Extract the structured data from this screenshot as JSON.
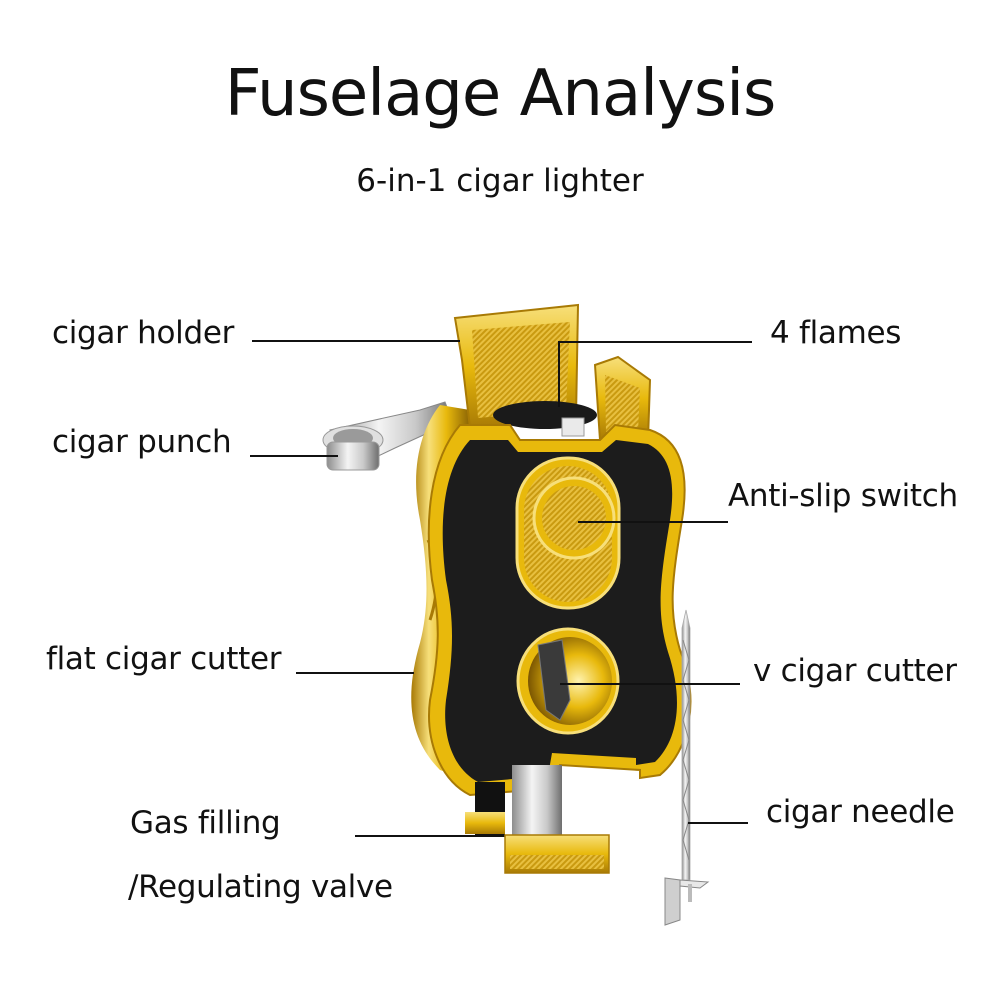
{
  "header": {
    "title": "Fuselage Analysis",
    "subtitle": "6-in-1 cigar lighter"
  },
  "callouts": {
    "cigar_holder": "cigar holder",
    "cigar_punch": "cigar punch",
    "flat_cigar_cutter": "flat cigar cutter",
    "gas_filling_line1": "Gas filling",
    "gas_filling_line2": "/Regulating valve",
    "four_flames": "4 flames",
    "anti_slip_switch": "Anti-slip switch",
    "v_cigar_cutter": "v cigar cutter",
    "cigar_needle": "cigar needle"
  },
  "colors": {
    "gold": "#e8b90c",
    "gold_light": "#f7df7a",
    "gold_dark": "#a87a05",
    "body_black": "#1c1c1c",
    "silver": "#d8d8d8",
    "text": "#111111"
  }
}
